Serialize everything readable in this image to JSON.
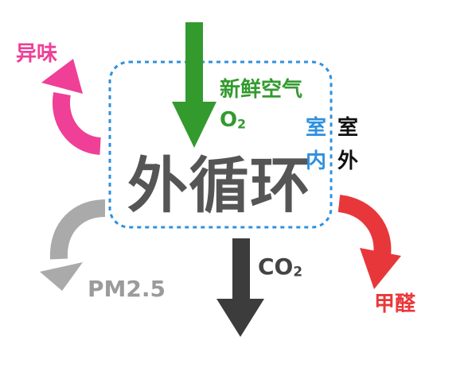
{
  "title": "外循环",
  "labels": {
    "fresh_air": "新鲜空气",
    "o2_main": "O",
    "o2_sub": "2",
    "indoor_1": "室",
    "indoor_2": "内",
    "outdoor_1": "室",
    "outdoor_2": "外",
    "odor": "异味",
    "pm": "PM2.5",
    "co2_main": "CO",
    "co2_sub": "2",
    "formaldehyde": "甲醛"
  },
  "watermark": "",
  "colors": {
    "fresh_green": "#339a2e",
    "indoor_blue": "#2e90df",
    "odor_pink": "#ef3f96",
    "pm_gray": "#aaaaaa",
    "co2_dark": "#3c3c3c",
    "formaldehyde_red": "#e8373a",
    "title_gray": "#555555"
  }
}
